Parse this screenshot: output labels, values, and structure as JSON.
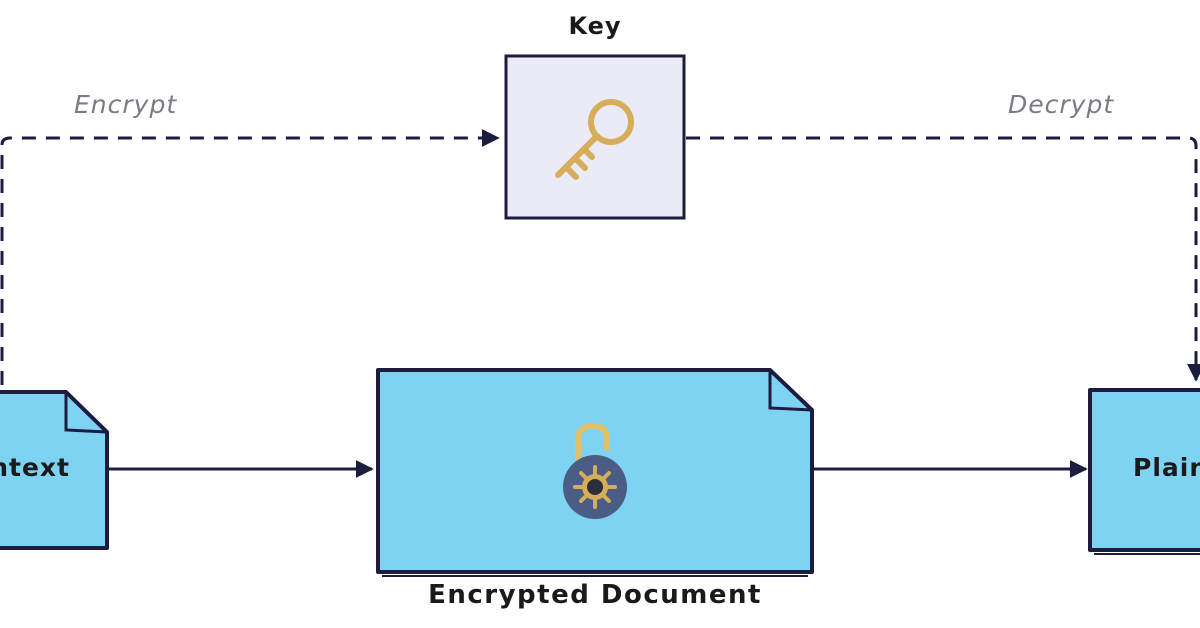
{
  "diagram": {
    "key_node": {
      "label": "Key",
      "icon": "key-icon"
    },
    "encrypted_node": {
      "label": "Encrypted Document",
      "icon": "padlock-icon"
    },
    "left_node": {
      "label": "ntext"
    },
    "right_node": {
      "label": "Plain"
    },
    "edges": {
      "encrypt": {
        "label": "Encrypt"
      },
      "decrypt": {
        "label": "Decrypt"
      }
    },
    "colors": {
      "stroke": "#1b1c3f",
      "doc_fill": "#7fd3f2",
      "key_box_fill": "#ebebf7",
      "icon_gold": "#d6ae5a",
      "lock_body": "#4a5d85",
      "edge_label": "#7b7b86"
    }
  }
}
